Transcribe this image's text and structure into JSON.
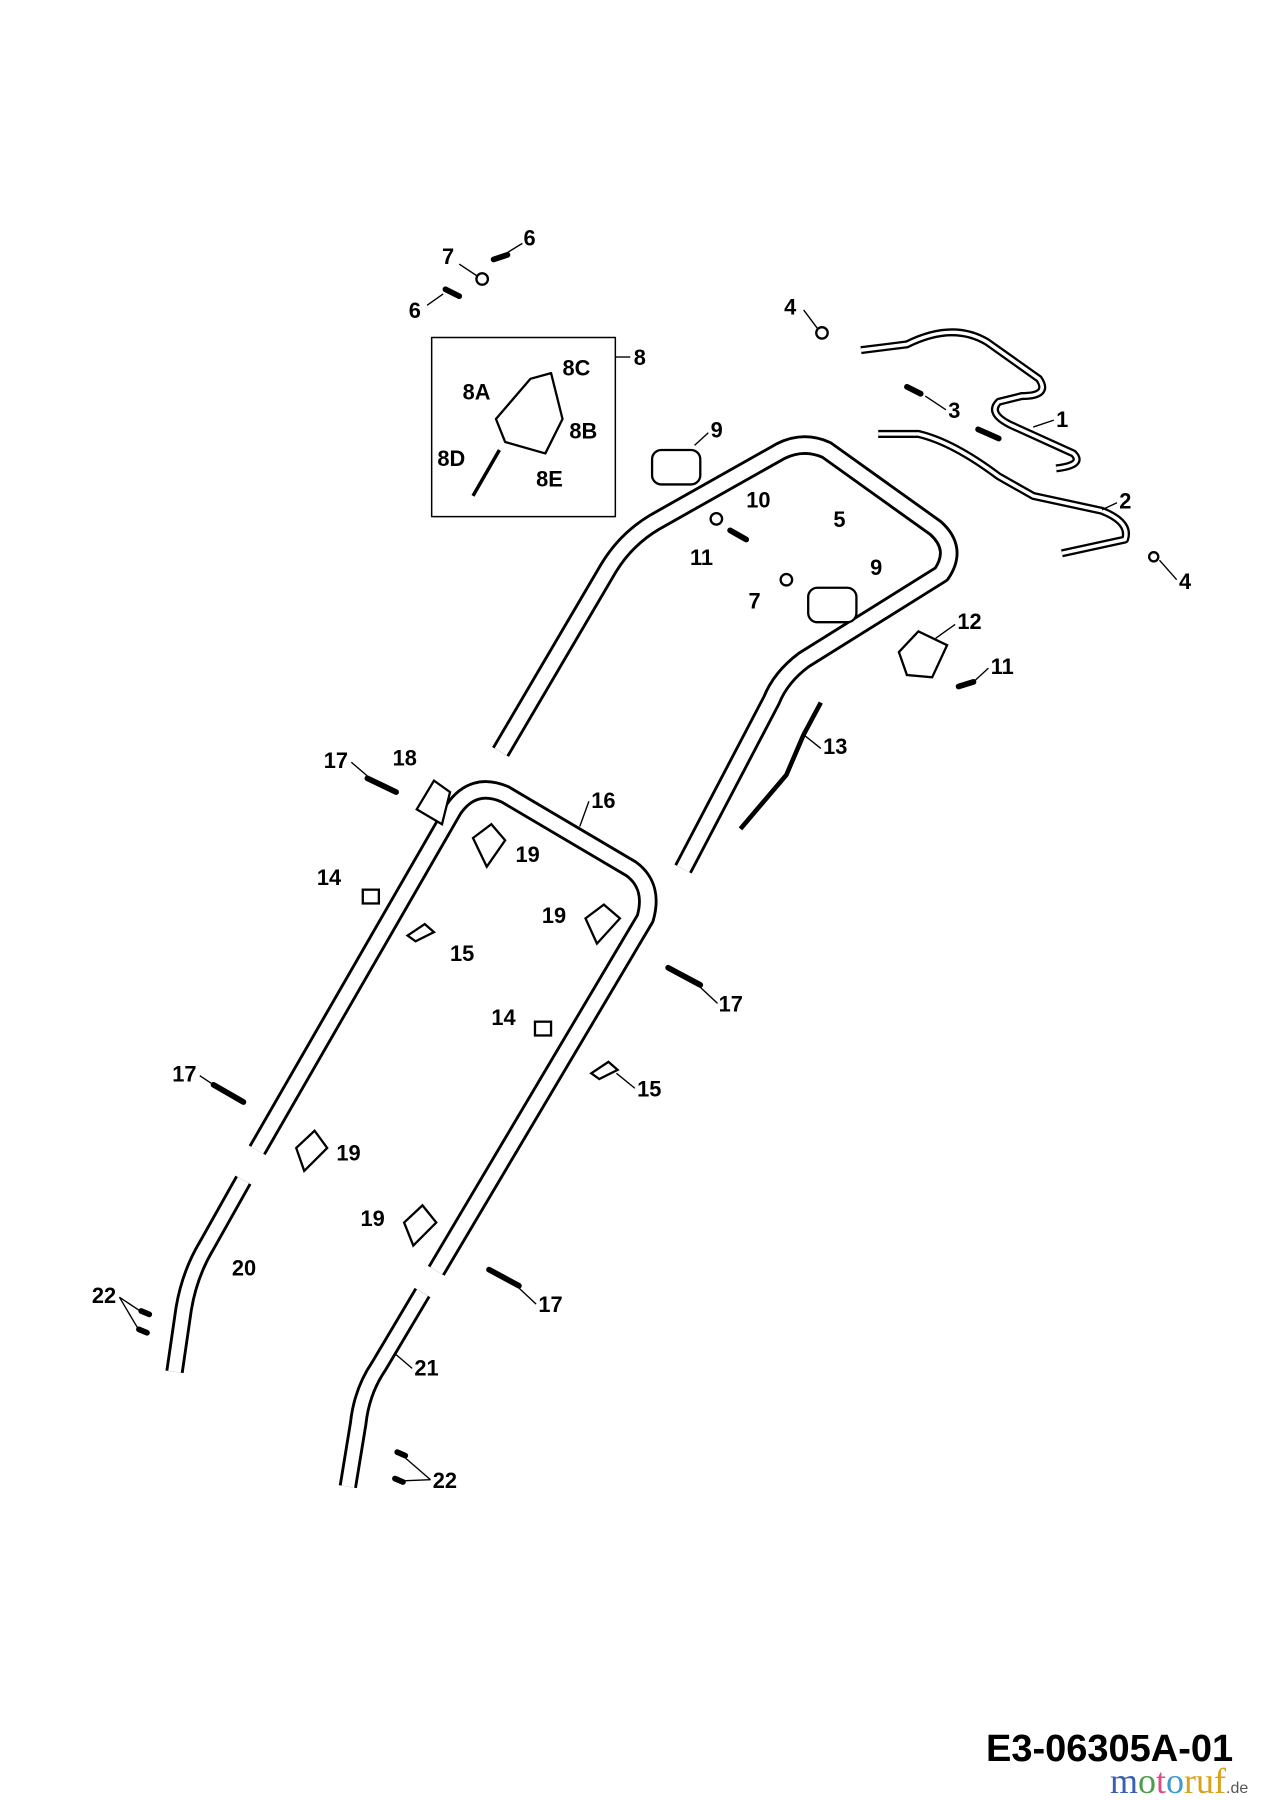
{
  "diagram": {
    "drawing_code": "E3-06305A-01",
    "watermark": "motoruf.de",
    "watermark_colors": [
      "#3a5fb0",
      "#4aa04a",
      "#e04b8a",
      "#3a9bd0",
      "#d9a21a",
      "#e0a020"
    ],
    "part_callouts": [
      "6",
      "7",
      "6",
      "8",
      "8C",
      "8A",
      "8B",
      "8D",
      "8E",
      "4",
      "3",
      "1",
      "9",
      "10",
      "5",
      "2",
      "11",
      "9",
      "7",
      "4",
      "12",
      "11",
      "13",
      "17",
      "18",
      "16",
      "19",
      "14",
      "19",
      "15",
      "17",
      "14",
      "15",
      "17",
      "19",
      "20",
      "19",
      "17",
      "22",
      "21",
      "22"
    ]
  }
}
